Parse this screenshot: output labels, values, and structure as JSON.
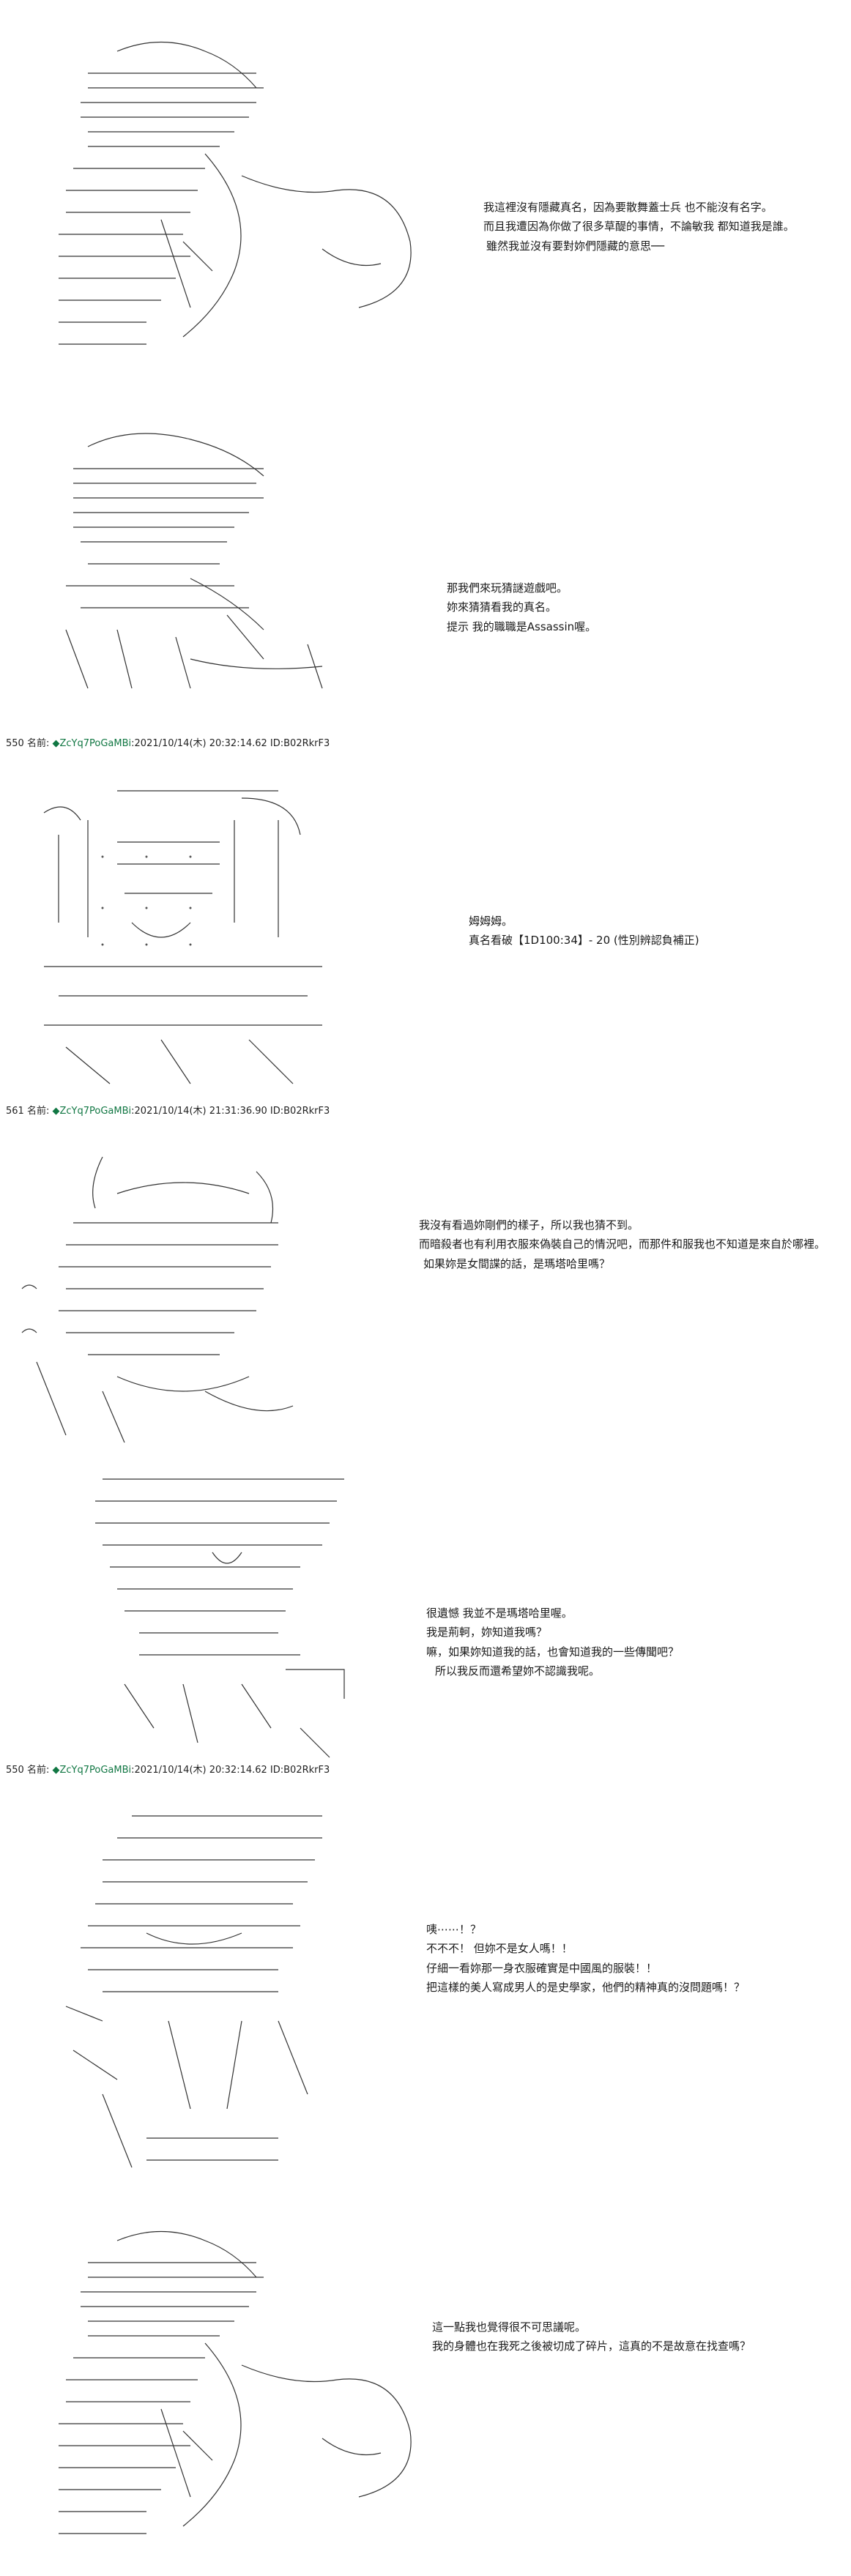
{
  "panels": [
    {
      "lines": [
        "我這裡沒有隱藏真名，因為要散舞蓋士兵 也不能沒有名字。",
        "而且我遭因為你做了很多草醍的事情，不論敏我 都知道我是誰。",
        "雖然我並沒有要對妳們隱藏的意思──"
      ]
    },
    {
      "lines": [
        "那我們來玩猜謎遊戲吧。",
        "妳來猜猜看我的真名。",
        "提示 我的職職是Assassin喔。"
      ]
    },
    {
      "header": {
        "num": "550",
        "label": "名前:",
        "trip": "◆ZcYq7PoGaMBi",
        "meta": ":2021/10/14(木) 20:32:14.62 ID:B02RkrF3"
      },
      "lines": [
        "姆姆姆。",
        "真名看破【1D100:34】- 20 (性別辨認負補正)"
      ]
    },
    {
      "header": {
        "num": "561",
        "label": "名前:",
        "trip": "◆ZcYq7PoGaMBi",
        "meta": ":2021/10/14(木) 21:31:36.90 ID:B02RkrF3"
      },
      "lines": [
        "我沒有看過妳剛們的樣子，所以我也猜不到。",
        "而暗殺者也有利用衣服來偽裝自己的情況吧，而那件和服我也不知道是來自於哪裡。",
        "如果妳是女間諜的話，是瑪塔哈里嗎？"
      ]
    },
    {
      "lines": [
        "很遺憾 我並不是瑪塔哈里喔。",
        "我是荊軻，妳知道我嗎？",
        "嘛，如果妳知道我的話，也會知道我的一些傳聞吧？",
        "所以我反而還希望妳不認識我呢。"
      ]
    },
    {
      "header": {
        "num": "550",
        "label": "名前:",
        "trip": "◆ZcYq7PoGaMBi",
        "meta": ":2021/10/14(木) 20:32:14.62 ID:B02RkrF3"
      },
      "lines": [
        "咦⋯⋯！？",
        "不不不！ 但妳不是女人嗎！！",
        "仔細一看妳那一身衣服確實是中國風的服裝！！",
        "把這樣的美人寫成男人的是史學家，他們的精神真的沒問題嗎！？"
      ]
    },
    {
      "lines": [
        "這一點我也覺得很不可思議呢。",
        "我的身體也在我死之後被切成了碎片，這真的不是故意在找查嗎？"
      ]
    }
  ]
}
